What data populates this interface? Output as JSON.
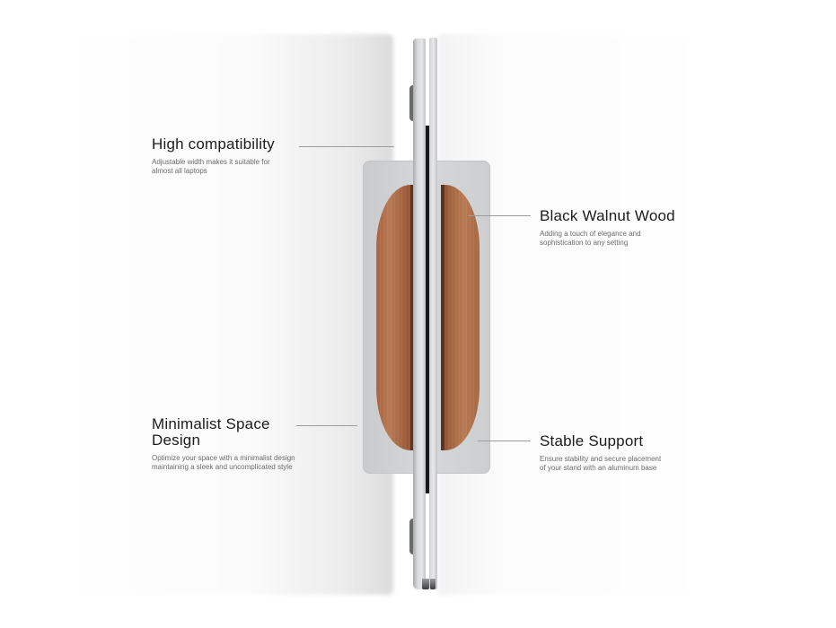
{
  "product": {
    "description": "Vertical laptop stand with black walnut wood inserts and aluminum base, laptop shown in profile",
    "colors": {
      "background": "#ffffff",
      "aluminum_base": "#d4d5d7",
      "walnut_wood": "#a7643f",
      "leader_line": "#9c9c9c",
      "title_text": "#1c1c1c",
      "desc_text": "#6b6b6b"
    }
  },
  "callouts": [
    {
      "id": "high-compatibility",
      "title": "High compatibility",
      "description_line1": "Adjustable width makes it suitable for",
      "description_line2": "almost all laptops",
      "side": "left"
    },
    {
      "id": "black-walnut-wood",
      "title": "Black Walnut Wood",
      "description_line1": "Adding a touch of elegance and",
      "description_line2": "sophistication to any setting",
      "side": "right"
    },
    {
      "id": "minimalist-space-design",
      "title_line1": "Minimalist Space",
      "title_line2": "Design",
      "description_line1": "Optimize your space with a minimalist design",
      "description_line2": "maintaining a sleek and uncomplicated style",
      "side": "left"
    },
    {
      "id": "stable-support",
      "title": "Stable Support",
      "description_line1": "Ensure stability and secure placement",
      "description_line2": "of your stand with an aluminum base",
      "side": "right"
    }
  ]
}
